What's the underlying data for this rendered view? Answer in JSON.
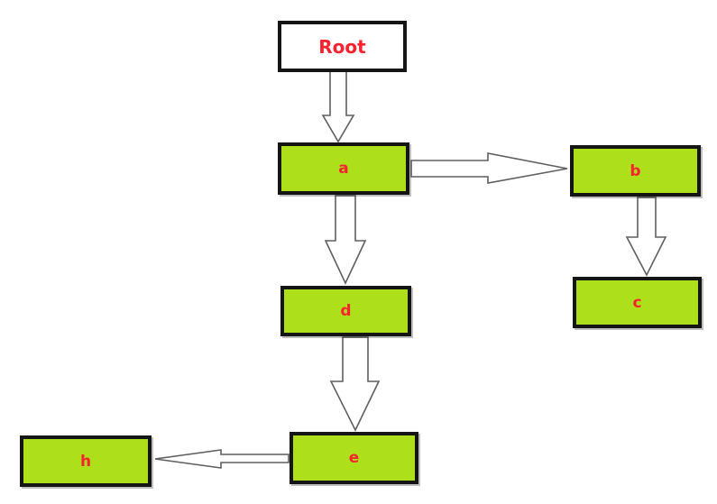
{
  "diagram": {
    "type": "flowchart-tree",
    "nodes": {
      "root": {
        "label": "Root",
        "fill": "#ffffff"
      },
      "a": {
        "label": "a",
        "fill": "#ade01a"
      },
      "b": {
        "label": "b",
        "fill": "#ade01a"
      },
      "c": {
        "label": "c",
        "fill": "#ade01a"
      },
      "d": {
        "label": "d",
        "fill": "#ade01a"
      },
      "e": {
        "label": "e",
        "fill": "#ade01a"
      },
      "h": {
        "label": "h",
        "fill": "#ade01a"
      }
    },
    "edges": [
      {
        "from": "Root",
        "to": "a",
        "direction": "down"
      },
      {
        "from": "a",
        "to": "b",
        "direction": "right"
      },
      {
        "from": "b",
        "to": "c",
        "direction": "down"
      },
      {
        "from": "a",
        "to": "d",
        "direction": "down"
      },
      {
        "from": "d",
        "to": "e",
        "direction": "down"
      },
      {
        "from": "e",
        "to": "h",
        "direction": "left"
      }
    ],
    "colors": {
      "background": "#ffffff",
      "node_fill": "#ade01a",
      "root_fill": "#ffffff",
      "node_border": "#151515",
      "label_color": "#f8232e",
      "arrow_fill": "#ffffff",
      "arrow_outline": "#5f5f5f"
    }
  }
}
